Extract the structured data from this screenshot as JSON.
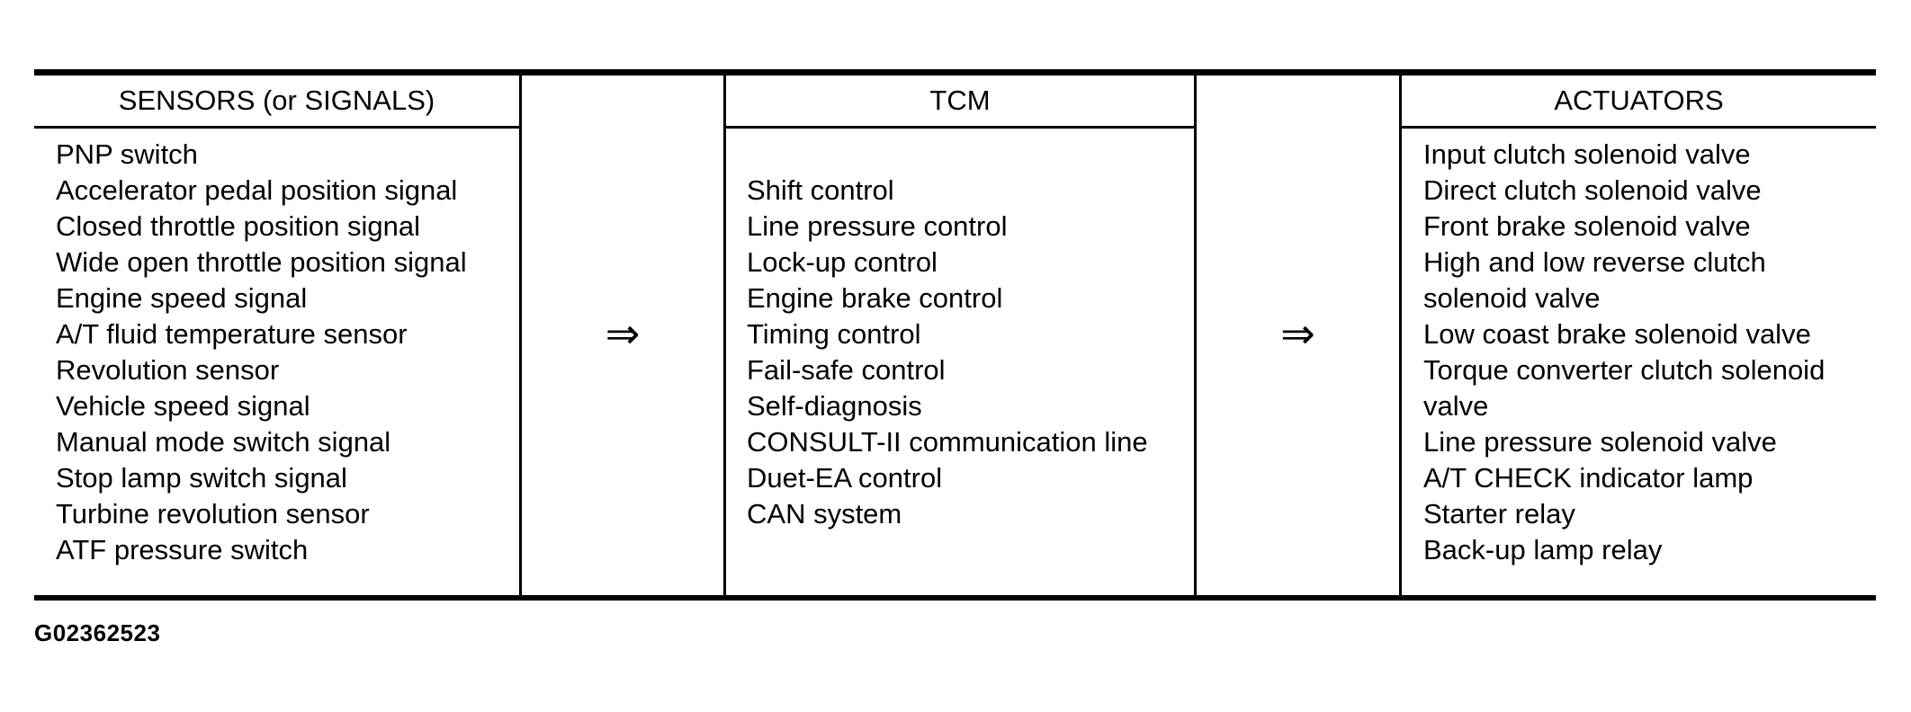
{
  "diagram": {
    "type": "system-input-output-diagram",
    "flow": [
      "SENSORS (or SIGNALS)",
      "TCM",
      "ACTUATORS"
    ],
    "arrow_glyph": "⇒",
    "figure_id": "G02362523",
    "colors": {
      "background": "#ffffff",
      "lines": "#000000",
      "text": "#000000"
    },
    "sensors": {
      "header": "SENSORS (or SIGNALS)",
      "items": [
        "PNP switch",
        "Accelerator pedal position signal",
        "Closed throttle position signal",
        "Wide open throttle position signal",
        "Engine speed signal",
        "A/T fluid temperature sensor",
        "Revolution sensor",
        "Vehicle speed signal",
        "Manual mode switch signal",
        "Stop lamp switch signal",
        "Turbine revolution sensor",
        "ATF pressure switch"
      ]
    },
    "tcm": {
      "header": "TCM",
      "items": [
        "Shift control",
        "Line pressure control",
        "Lock-up control",
        "Engine brake control",
        "Timing control",
        "Fail-safe control",
        "Self-diagnosis",
        "CONSULT-II communication line",
        "Duet-EA control",
        "CAN system"
      ]
    },
    "actuators": {
      "header": "ACTUATORS",
      "items": [
        "Input clutch solenoid valve",
        "Direct clutch solenoid valve",
        "Front brake solenoid valve",
        "High and low reverse clutch solenoid valve",
        "Low coast brake solenoid valve",
        "Torque converter clutch solenoid valve",
        "Line pressure solenoid valve",
        "A/T CHECK indicator lamp",
        "Starter relay",
        "Back-up lamp relay"
      ]
    }
  }
}
